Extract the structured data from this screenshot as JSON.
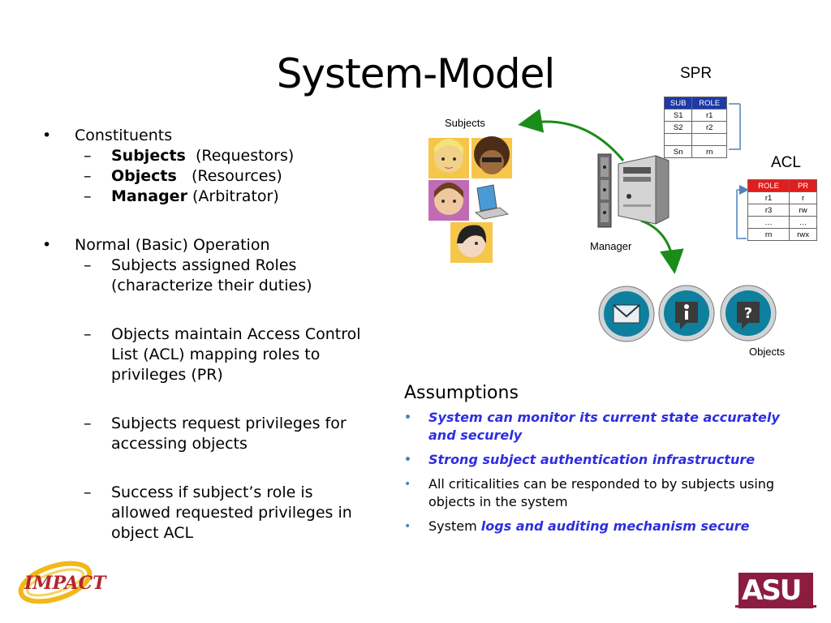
{
  "title": "System-Model",
  "bullets": {
    "constituents": "Constituents",
    "subjects_bold": "Subjects",
    "subjects_rest": "(Requestors)",
    "objects_bold": "Objects",
    "objects_rest": "(Resources)",
    "manager_bold": "Manager",
    "manager_rest": "(Arbitrator)",
    "normal_op": "Normal (Basic) Operation",
    "sub1_line1": "Subjects assigned Roles",
    "sub1_line2": "(characterize their duties)",
    "sub2_line1": "Objects maintain Access Control",
    "sub2_line2": "List (ACL) mapping roles to",
    "sub2_line3": "privileges (PR)",
    "sub3_line1": "Subjects request privileges for",
    "sub3_line2": "accessing objects",
    "sub4_line1": "Success if subject’s role is",
    "sub4_line2": "allowed requested privileges in",
    "sub4_line3": "object ACL"
  },
  "assumptions": {
    "heading": "Assumptions",
    "a1": "System can monitor its current state accurately and securely",
    "a2": "Strong subject authentication infrastructure",
    "a3": "All criticalities can be responded to by subjects using objects in the system",
    "a4_plain": "System",
    "a4_blue": "logs and auditing mechanism secure"
  },
  "diagram": {
    "spr_label": "SPR",
    "acl_label": "ACL",
    "subjects_label": "Subjects",
    "manager_label": "Manager",
    "objects_label": "Objects",
    "spr_headers": [
      "SUB",
      "ROLE"
    ],
    "spr_rows": [
      [
        "S1",
        "r1"
      ],
      [
        "S2",
        "r2"
      ],
      [
        "",
        ""
      ],
      [
        "Sn",
        "rn"
      ]
    ],
    "acl_headers": [
      "ROLE",
      "PR"
    ],
    "acl_rows": [
      [
        "r1",
        "r"
      ],
      [
        "r3",
        "rw"
      ],
      [
        "…",
        "…"
      ],
      [
        "rn",
        "rwx"
      ]
    ]
  },
  "logos": {
    "impact": "IMPACT",
    "asu": "ASU"
  },
  "colors": {
    "arrow_green": "#1a8c1a",
    "bracket_blue": "#4f81bd",
    "spr_header": "#1e3aa8",
    "acl_header": "#e01e1e",
    "assumption_blue": "#2e2ee0",
    "asu_maroon": "#8c1d40"
  }
}
